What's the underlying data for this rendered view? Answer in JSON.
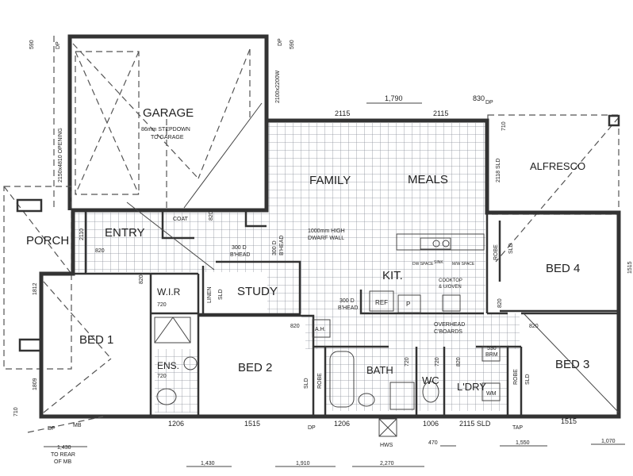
{
  "rooms": {
    "garage": "GARAGE",
    "garage_note_1": "86mm STEPDOWN",
    "garage_note_2": "TO GARAGE",
    "porch": "PORCH",
    "entry": "ENTRY",
    "coat": "COAT",
    "family": "FAMILY",
    "meals": "MEALS",
    "alfresco": "ALFRESCO",
    "kit": "KIT.",
    "study": "STUDY",
    "linen": "LINEN",
    "wir": "W.I.R",
    "bed1": "BED 1",
    "ens": "ENS.",
    "bed2": "BED 2",
    "bath": "BATH",
    "wc": "WC",
    "ldry": "L'DRY",
    "bed3": "BED 3",
    "bed4": "BED 4",
    "robe": "ROBE",
    "ref": "REF",
    "pantry": "P",
    "ah": "A.H.",
    "brm": "BRM",
    "wm": "WM",
    "hws": "HWS",
    "tap": "TAP",
    "mb": "MB"
  },
  "notes": {
    "dwarf_wall_1": "1000mm HIGH",
    "dwarf_wall_2": "DWARF WALL",
    "bhead_300d": "300 D",
    "bhead": "B'HEAD",
    "dw_space": "DW SPACE",
    "sink": "SINK",
    "mw_space": "M/W SPACE",
    "cooktop_1": "COOKTOP",
    "cooktop_2": "& U/OVEN",
    "overhead_1": "OVERHEAD",
    "overhead_2": "C'BOARDS",
    "to_rear_1": "TO REAR",
    "to_rear_2": "OF MB",
    "garage_opening": "2150x4810 OPENING",
    "garage_door": "2100x2200W",
    "sld_2118": "2118 SLD",
    "sld_2115": "2115 SLD",
    "sld": "SLD",
    "dp": "DP"
  },
  "dimensions": {
    "d590a": "590",
    "d590b": "590",
    "d2115a": "2115",
    "d1790": "1,790",
    "d2115b": "2115",
    "d830": "830",
    "d710a": "710",
    "d710b": "710",
    "d2110": "2110",
    "d1812": "1812",
    "d1809": "1809",
    "d1515r": "1515",
    "d820_entry": "820",
    "d820_coat": "820",
    "d820_wir": "820",
    "d720_wir": "720",
    "d720_ens": "720",
    "d820_bed2": "820",
    "d720_bath": "720",
    "d720_wc": "720",
    "d820_ldry": "820",
    "d530": "530",
    "d820_bed4": "820",
    "d820_bed3": "820",
    "d1206a": "1206",
    "d1515a": "1515",
    "d1206b": "1206",
    "d1006": "1006",
    "d1515b": "1515",
    "d1430a": "1,430",
    "d1430b": "1,430",
    "d1910": "1,910",
    "d2270": "2,270",
    "d470": "470",
    "d1550": "1,550",
    "d1070": "1,070"
  }
}
